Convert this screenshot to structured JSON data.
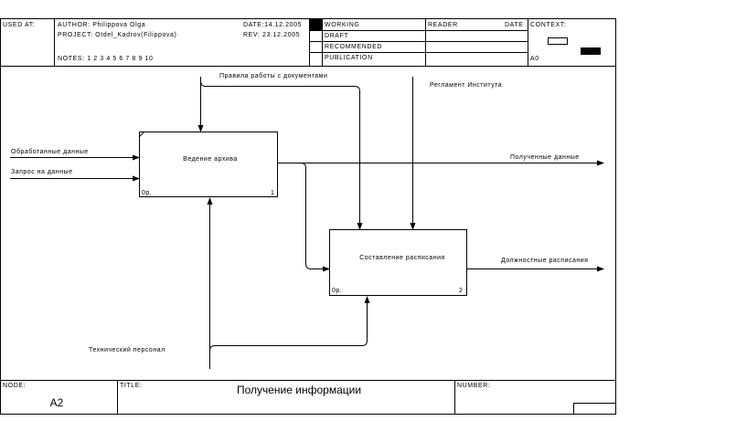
{
  "header": {
    "used_at": "USED AT:",
    "author": "AUTHOR: Philippova Olga",
    "project": "PROJECT: Otdel_Kadrov(Filippova)",
    "notes": "NOTES: 1 2 3 4 5 6 7 8 9 10",
    "date": "DATE:14.12.2005",
    "rev": "REV: 23.12.2005",
    "status": [
      "WORKING",
      "DRAFT",
      "RECOMMENDED",
      "PUBLICATION"
    ],
    "reader": "READER",
    "reader_date": "DATE",
    "context": "CONTEXT:",
    "context_node": "A0"
  },
  "diagram": {
    "activities": [
      {
        "title": "Ведение архива",
        "cost": "0р.",
        "number": "1"
      },
      {
        "title": "Составление расписания",
        "cost": "0р.",
        "number": "2"
      }
    ],
    "arrows": {
      "input_1": "Обработанные данные",
      "input_2": "Запрос на данные",
      "control_1": "Правила работы с документами",
      "control_2": "Регламент Института",
      "output_1": "Полученные данные",
      "output_2": "Должностные расписания",
      "mechanism": "Технический персонал"
    }
  },
  "footer": {
    "node_label": "NODE:",
    "node_value": "A2",
    "title_label": "TITLE:",
    "title_value": "Получение информации",
    "number_label": "NUMBER:"
  }
}
